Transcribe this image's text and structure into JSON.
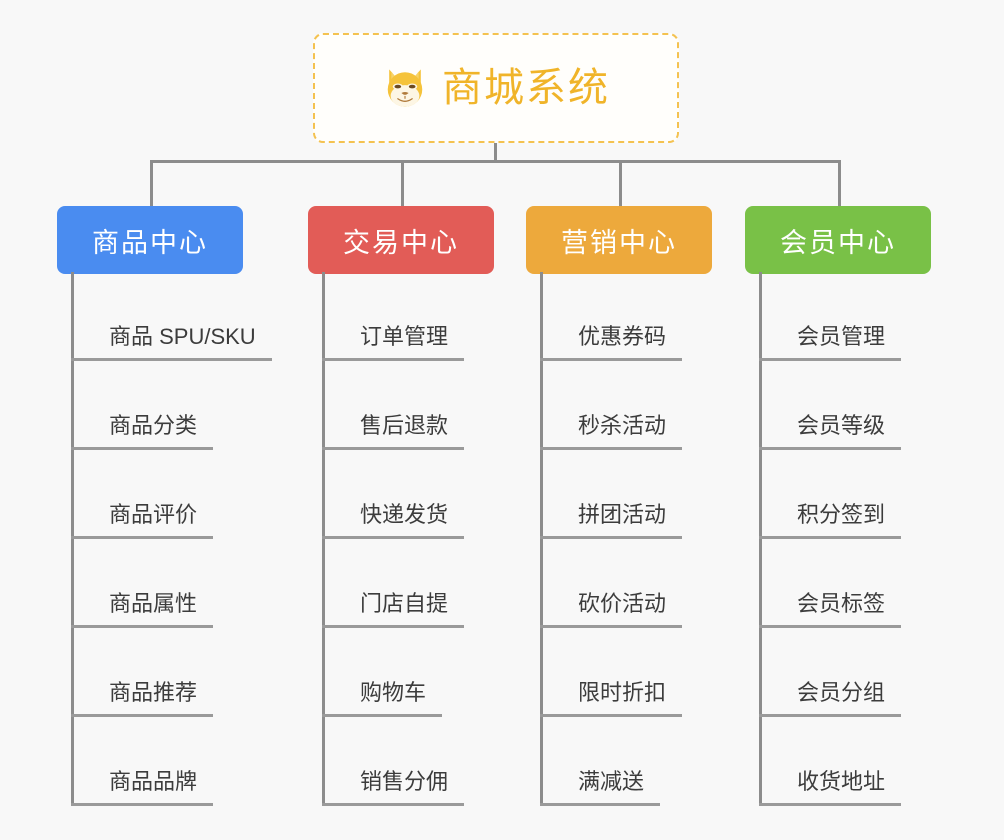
{
  "diagram": {
    "type": "org-chart",
    "title": "商城系统",
    "root": {
      "label": "商城系统",
      "icon": "shiba-dog-icon",
      "text_color": "#f0b429",
      "border_color": "#f4c250",
      "background": "#fffefb"
    },
    "connector_color": "#8c8c8c",
    "page_background": "#f8f8f8",
    "branches": [
      {
        "label": "商品中心",
        "color": "#4a8cf0",
        "items": [
          "商品 SPU/SKU",
          "商品分类",
          "商品评价",
          "商品属性",
          "商品推荐",
          "商品品牌"
        ]
      },
      {
        "label": "交易中心",
        "color": "#e25c57",
        "items": [
          "订单管理",
          "售后退款",
          "快递发货",
          "门店自提",
          "购物车",
          "销售分佣"
        ]
      },
      {
        "label": "营销中心",
        "color": "#eda93c",
        "items": [
          "优惠券码",
          "秒杀活动",
          "拼团活动",
          "砍价活动",
          "限时折扣",
          "满减送"
        ]
      },
      {
        "label": "会员中心",
        "color": "#79c147",
        "items": [
          "会员管理",
          "会员等级",
          "积分签到",
          "会员标签",
          "会员分组",
          "收货地址"
        ]
      }
    ]
  }
}
